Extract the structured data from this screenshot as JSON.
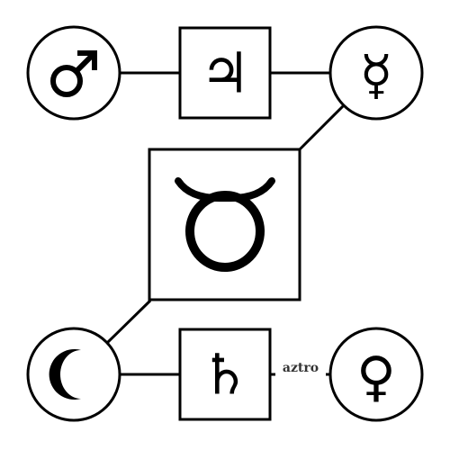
{
  "diagram": {
    "nodes": {
      "mars": {
        "symbol": "♂",
        "icon": "mars-icon",
        "shape": "circle"
      },
      "jupiter": {
        "symbol": "♃",
        "icon": "jupiter-icon",
        "shape": "square"
      },
      "mercury": {
        "symbol": "☿",
        "icon": "mercury-icon",
        "shape": "circle"
      },
      "taurus": {
        "symbol": "♉",
        "icon": "taurus-icon",
        "shape": "square"
      },
      "moon": {
        "symbol": "☾",
        "icon": "moon-icon",
        "shape": "circle"
      },
      "saturn": {
        "symbol": "♄",
        "icon": "saturn-icon",
        "shape": "square"
      },
      "venus": {
        "symbol": "♀",
        "icon": "venus-icon",
        "shape": "circle"
      }
    },
    "edges": [
      [
        "mars",
        "jupiter"
      ],
      [
        "jupiter",
        "mercury"
      ],
      [
        "mercury",
        "taurus"
      ],
      [
        "taurus",
        "moon"
      ],
      [
        "moon",
        "saturn"
      ],
      [
        "saturn",
        "venus"
      ]
    ],
    "watermark": "aztro",
    "colors": {
      "stroke": "#000000",
      "fill": "#ffffff",
      "watermark": "#333333"
    }
  }
}
